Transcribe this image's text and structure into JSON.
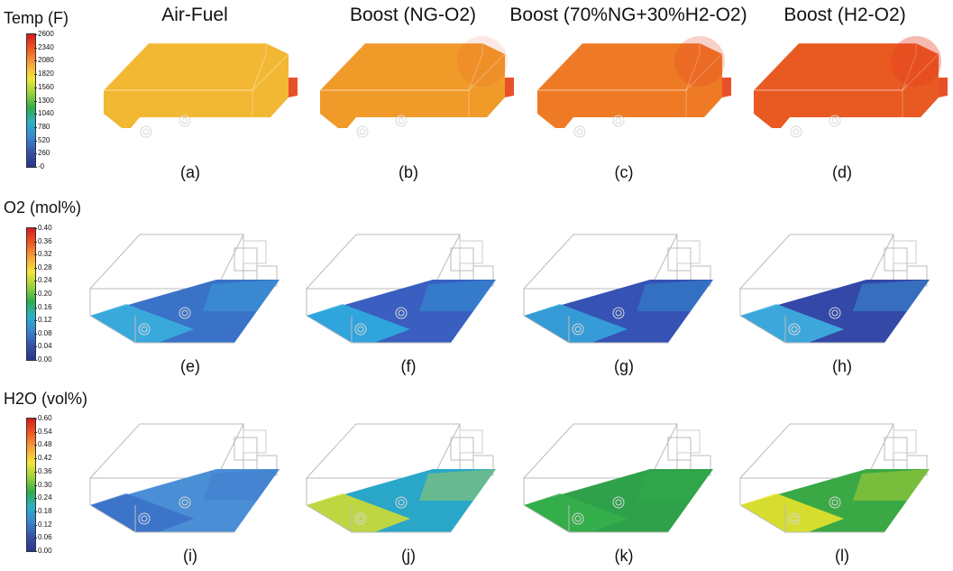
{
  "column_titles": [
    "Air-Fuel",
    "Boost (NG-O2)",
    "Boost (70%NG+30%H2-O2)",
    "Boost (H2-O2)"
  ],
  "colorbars": [
    {
      "title": "Temp (F)",
      "ticks": [
        "2600",
        "2340",
        "2080",
        "1820",
        "1560",
        "1300",
        "1040",
        "780",
        "520",
        "260",
        "-0"
      ]
    },
    {
      "title": "O2 (mol%)",
      "ticks": [
        "0.40",
        "0.36",
        "0.32",
        "0.28",
        "0.24",
        "0.20",
        "0.16",
        "0.12",
        "0.08",
        "0.04",
        "0.00"
      ]
    },
    {
      "title": "H2O (vol%)",
      "ticks": [
        "0.60",
        "0.54",
        "0.48",
        "0.42",
        "0.36",
        "0.30",
        "0.24",
        "0.18",
        "0.12",
        "0.06",
        "0.00"
      ]
    }
  ],
  "panel_labels": [
    "(a)",
    "(b)",
    "(c)",
    "(d)",
    "(e)",
    "(f)",
    "(g)",
    "(h)",
    "(i)",
    "(j)",
    "(k)",
    "(l)"
  ],
  "colors": {
    "temp": [
      "#f2b833",
      "#f09a2a",
      "#ee7a25",
      "#e85a22"
    ],
    "o2": [
      "#3a72c8",
      "#3a5fc0",
      "#3552b4",
      "#3448a8"
    ],
    "o2_accent": [
      "#39b3df",
      "#2fb0e0",
      "#34a8dc",
      "#3fb8e4"
    ],
    "h2o": [
      "#4a8fd6",
      "#2aa7c8",
      "#2fa14a",
      "#3aa845"
    ],
    "h2o_accent": [
      "#3a70c8",
      "#d7de2a",
      "#35b04a",
      "#f2e62a"
    ],
    "colormap": [
      "#d7191c",
      "#f05a22",
      "#f9a23a",
      "#f3e63a",
      "#9bd23c",
      "#2fae4a",
      "#2ab0c8",
      "#3a86d2",
      "#3452a8",
      "#2a3590"
    ]
  }
}
